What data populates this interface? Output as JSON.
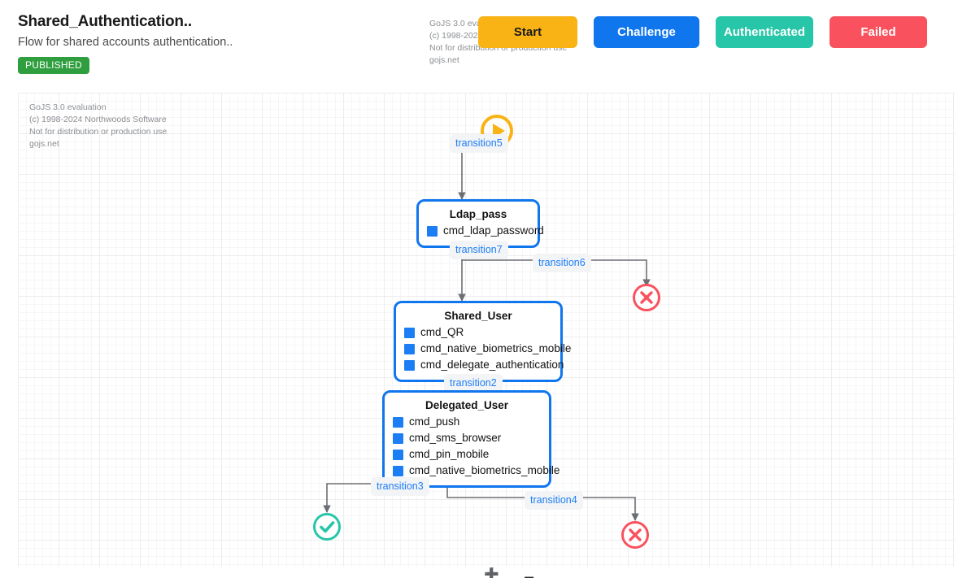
{
  "header": {
    "title": "Shared_Authentication..",
    "subtitle": "Flow for shared accounts authentication..",
    "status": "PUBLISHED",
    "status_color": "#2e9e3e",
    "buttons": [
      {
        "label": "Start",
        "name": "start-button",
        "color": "#f9b315"
      },
      {
        "label": "Challenge",
        "name": "challenge-button",
        "color": "#1076ee"
      },
      {
        "label": "Authenticated",
        "name": "authenticated-button",
        "color": "#27c6a8"
      },
      {
        "label": "Failed",
        "name": "failed-button",
        "color": "#f9525e"
      }
    ]
  },
  "watermark": {
    "line1": "GoJS 3.0 evaluation",
    "line2": "(c) 1998-2024 Northwoods Software",
    "line3": "Not for distribution or production use",
    "line4": "gojs.net"
  },
  "diagram": {
    "accent": "#1076ee",
    "start": {
      "icon": "play-circle-icon",
      "color": "#f9b315",
      "transition": "transition5"
    },
    "nodes": [
      {
        "id": "ldap-pass",
        "title": "Ldap_pass",
        "commands": [
          "cmd_ldap_password"
        ]
      },
      {
        "id": "shared-user",
        "title": "Shared_User",
        "commands": [
          "cmd_QR",
          "cmd_native_biometrics_mobile",
          "cmd_delegate_authentication"
        ]
      },
      {
        "id": "delegated-user",
        "title": "Delegated_User",
        "commands": [
          "cmd_push",
          "cmd_sms_browser",
          "cmd_pin_mobile",
          "cmd_native_biometrics_mobile"
        ]
      }
    ],
    "terminators": [
      {
        "id": "failed-top",
        "icon": "failed-circle-icon",
        "color": "#f9525e"
      },
      {
        "id": "success",
        "icon": "success-circle-icon",
        "color": "#27c6a8"
      },
      {
        "id": "failed-bottom",
        "icon": "failed-circle-icon",
        "color": "#f9525e"
      }
    ],
    "transitions": [
      {
        "label": "transition5",
        "from": "start",
        "to": "ldap-pass"
      },
      {
        "label": "transition7",
        "from": "ldap-pass",
        "to": "shared-user"
      },
      {
        "label": "transition6",
        "from": "ldap-pass",
        "to": "failed-top"
      },
      {
        "label": "transition2",
        "from": "shared-user",
        "to": "delegated-user"
      },
      {
        "label": "transition3",
        "from": "delegated-user",
        "to": "success"
      },
      {
        "label": "transition4",
        "from": "delegated-user",
        "to": "failed-bottom"
      }
    ]
  }
}
